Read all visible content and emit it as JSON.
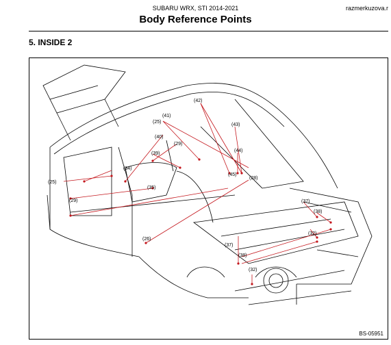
{
  "header": {
    "subtitle": "SUBARU WRX, STI 2014-2021",
    "site": "razmerkuzova.r",
    "title": "Body Reference Points"
  },
  "section": {
    "heading": "5.  INSIDE 2"
  },
  "figure": {
    "code": "BS-05951",
    "marker_color": "#c4161c",
    "labels": {
      "l42": "(42)",
      "l43": "(43)",
      "l44": "(44)",
      "l45": "(45)",
      "l41": "(41)",
      "l25a": "(25)",
      "l40": "(40)",
      "l29a": "(29)",
      "l39": "(39)",
      "l28a": "(28)",
      "l34": "(34)",
      "l25b": "(25)",
      "l35": "(35)",
      "l29b": "(29)",
      "l26": "(26)",
      "l37a": "(37)",
      "l38a": "(38)",
      "l32a": "(32)",
      "l37b": "(37)",
      "l38b": "(38)",
      "l32b": "(32)"
    }
  }
}
